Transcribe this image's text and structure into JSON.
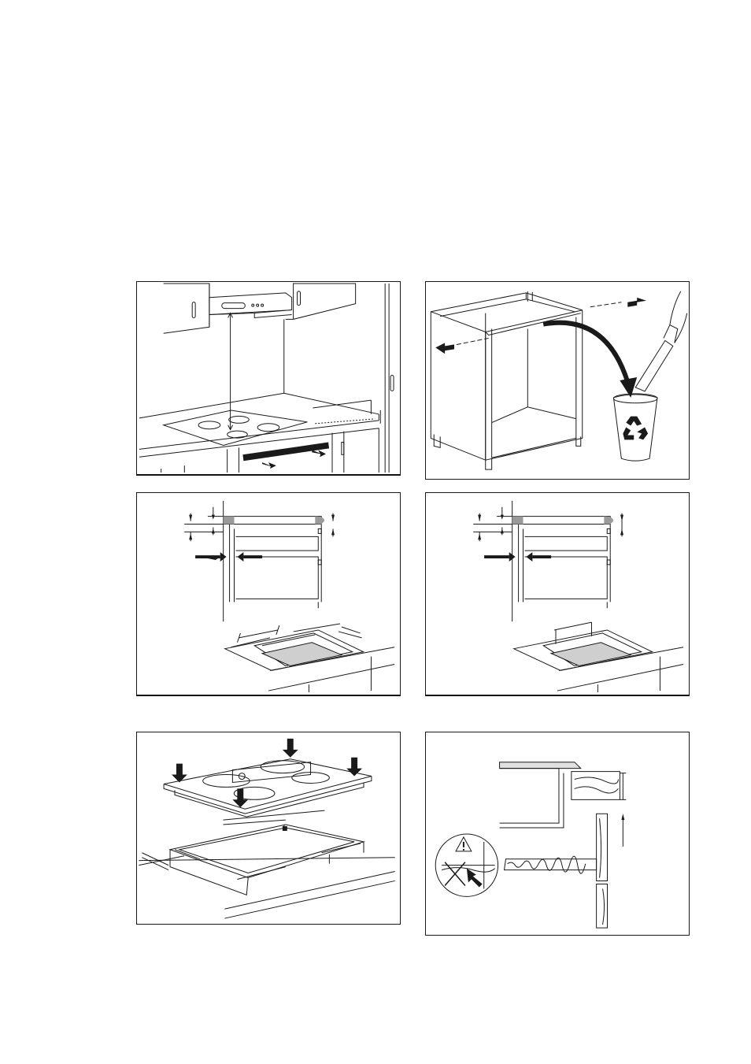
{
  "figures": [
    {
      "id": "hood-and-hob-placement"
    },
    {
      "id": "cabinet-crossbar-removal",
      "icons": [
        "recycle-bin-icon",
        "arrow-icon"
      ]
    },
    {
      "id": "cutout-dimensions-with-drawer"
    },
    {
      "id": "cutout-dimensions-with-oven"
    },
    {
      "id": "hob-seal-and-clamp-installation",
      "icons": [
        "down-arrow-icon"
      ]
    },
    {
      "id": "worktop-and-wall-clearance",
      "icons": [
        "warning-icon"
      ]
    }
  ],
  "colors": {
    "line": "#1a1a1a",
    "fill_grey": "#cfcfcf",
    "frame_grey": "#9a9a9a"
  }
}
